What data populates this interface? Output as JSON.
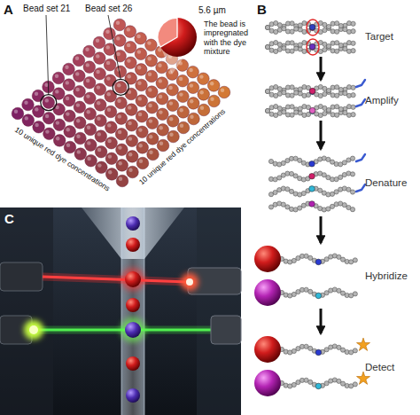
{
  "diagram": {
    "nodes": [
      {
        "text": [
          "Target"
        ]
      },
      {
        "text": [
          "Amplify"
        ]
      },
      {
        "text": [
          "Denature"
        ]
      },
      {
        "text": [
          "Hybridize"
        ]
      },
      {
        "text": [
          "Detect"
        ]
      }
    ],
    "edges": [
      {
        "from": 0,
        "to": 1,
        "arrow": "to"
      },
      {
        "from": 1,
        "to": 2,
        "arrow": "to"
      },
      {
        "from": 2,
        "to": 3,
        "arrow": "to"
      },
      {
        "from": 3,
        "to": 4,
        "arrow": "to"
      }
    ],
    "labels": [
      "A",
      "Bead set 21",
      "Bead set 26",
      "5.6 µm",
      "The bead is impregnated with the dye mixture",
      "10 unique red dye concentrations",
      "10 unique red dye concentrations",
      "B",
      "C"
    ]
  }
}
